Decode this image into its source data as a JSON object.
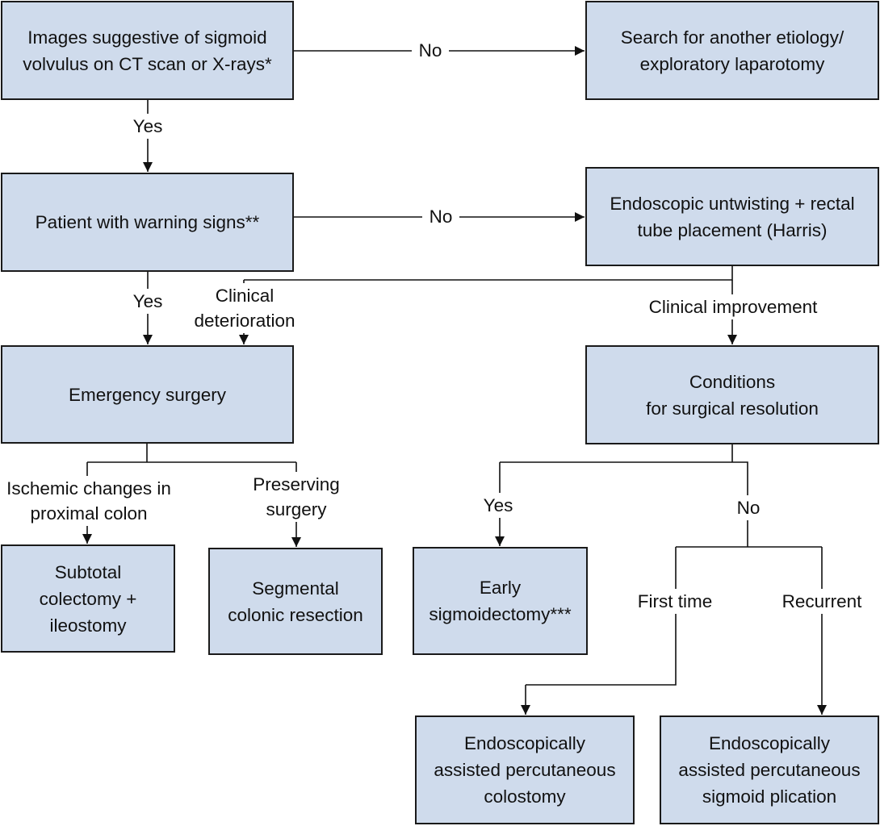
{
  "nodes": {
    "ct_images": [
      "Images suggestive of sigmoid",
      "volvulus on CT scan or X-rays*"
    ],
    "other_etiology": [
      "Search for another etiology/",
      "exploratory laparotomy"
    ],
    "warning_signs": [
      "Patient with warning signs**"
    ],
    "endoscopic_untwisting": [
      "Endoscopic untwisting + rectal",
      "tube placement (Harris)"
    ],
    "emergency_surgery": [
      "Emergency surgery"
    ],
    "conditions_surgical": [
      "Conditions",
      "for surgical resolution"
    ],
    "subtotal_colectomy": [
      "Subtotal",
      "colectomy +",
      "ileostomy"
    ],
    "segmental_resection": [
      "Segmental",
      "colonic resection"
    ],
    "early_sigmoidectomy": [
      "Early",
      "sigmoidectomy***"
    ],
    "percutaneous_colostomy": [
      "Endoscopically",
      "assisted percutaneous",
      "colostomy"
    ],
    "percutaneous_plication": [
      "Endoscopically",
      "assisted percutaneous",
      "sigmoid plication"
    ]
  },
  "labels": {
    "no_1": "No",
    "yes_1": "Yes",
    "no_2": "No",
    "yes_2": "Yes",
    "clinical_deterioration": [
      "Clinical",
      "deterioration"
    ],
    "clinical_improvement": "Clinical improvement",
    "ischemic_changes": [
      "Ischemic changes in",
      "proximal colon"
    ],
    "preserving_surgery": [
      "Preserving",
      "surgery"
    ],
    "yes_3": "Yes",
    "no_3": "No",
    "first_time": "First time",
    "recurrent": "Recurrent"
  }
}
